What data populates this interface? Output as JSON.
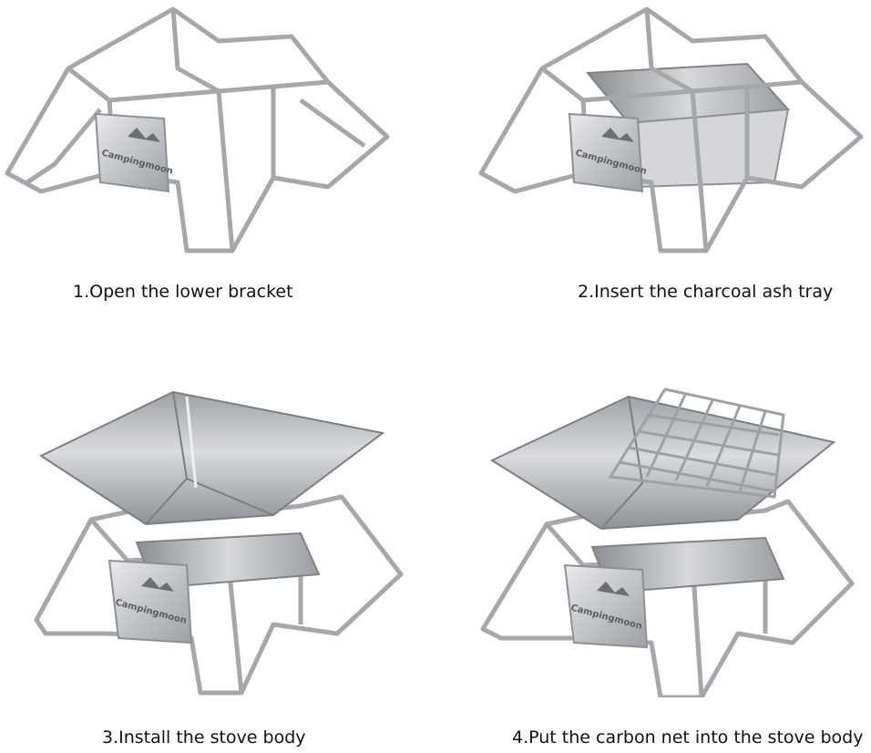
{
  "steps": [
    {
      "caption": "1.Open the lower bracket",
      "brand": "Campingmoon"
    },
    {
      "caption": "2.Insert the charcoal ash tray",
      "brand": "Campingmoon"
    },
    {
      "caption": "3.Install the stove body",
      "brand": "Campingmoon"
    },
    {
      "caption": "4.Put the carbon net into the stove body",
      "brand": "Campingmoon"
    }
  ],
  "colors": {
    "steel": "#c9cccf",
    "steel_dark": "#8d9196",
    "wire": "#a9adb2",
    "background": "#ffffff"
  }
}
